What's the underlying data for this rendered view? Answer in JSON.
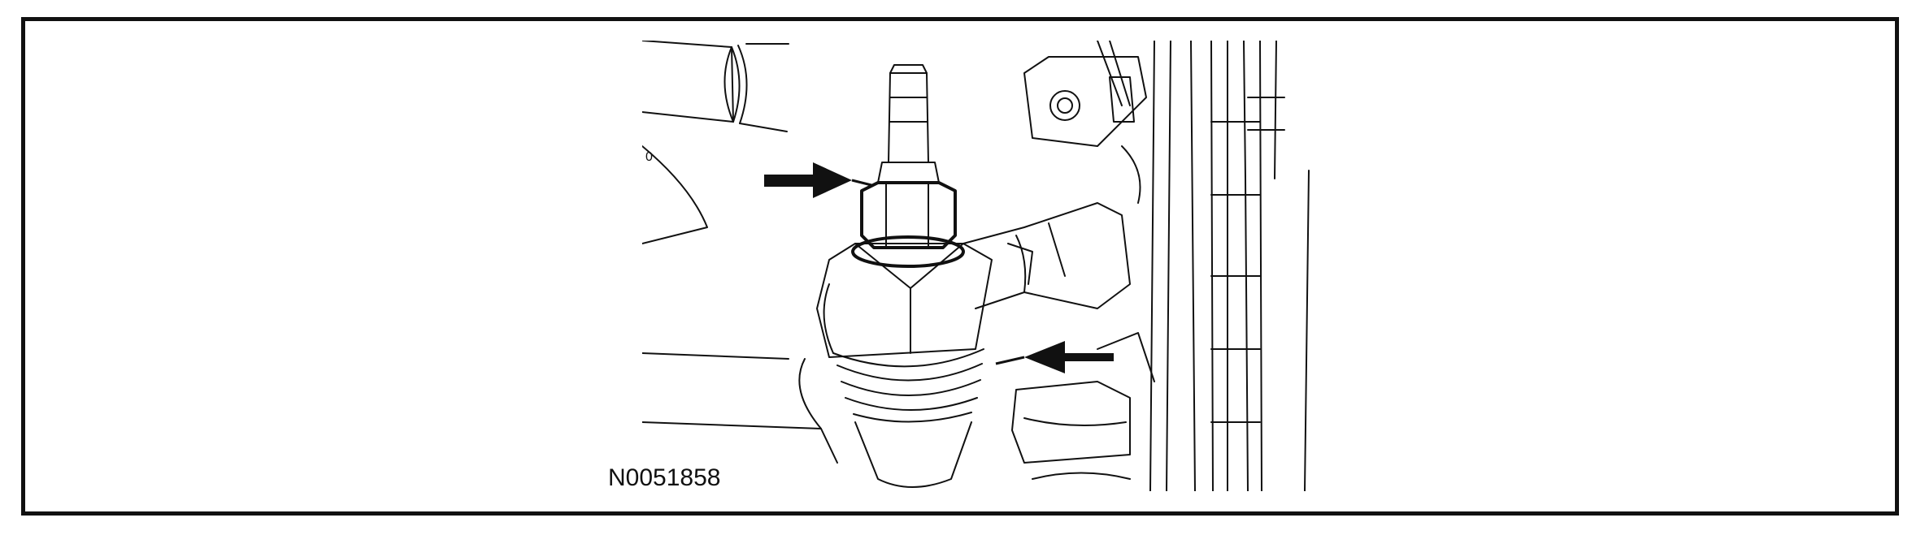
{
  "figure": {
    "id_label": "N0051858",
    "stray_mark": "0"
  },
  "callouts": [
    {
      "name": "upper-arrow",
      "target": "nut"
    },
    {
      "name": "lower-arrow",
      "target": "ball-joint-boot"
    }
  ],
  "colors": {
    "line": "#111111",
    "background": "#ffffff",
    "arrow_fill": "#111111"
  }
}
